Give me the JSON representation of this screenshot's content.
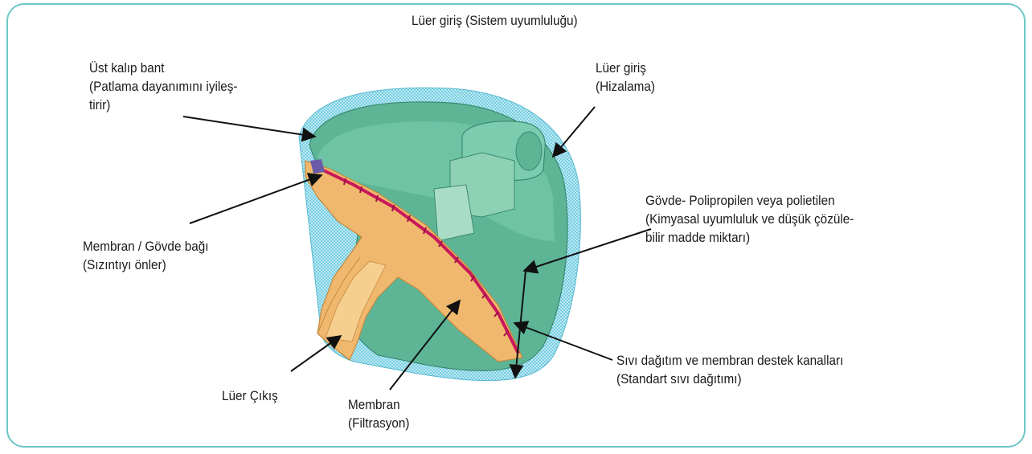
{
  "diagram": {
    "title": "Lüer giriş (Sistem uyumluluğu)",
    "labels": {
      "top_band": [
        "Üst kalıp bant",
        "(Patlama dayanımını iyileş-",
        "tirir)"
      ],
      "luer_inlet_align": [
        "Lüer giriş",
        "(Hizalama)"
      ],
      "housing": [
        "Gövde- Polipropilen veya polietilen",
        "(Kimyasal uyumluluk ve düşük çözüle-",
        "bilir madde miktarı)"
      ],
      "bond": [
        "Membran / Gövde bağı",
        "(Sızıntıyı önler)"
      ],
      "channels": [
        "Sıvı dağıtım ve membran destek kanalları",
        "(Standart sıvı dağıtımı)"
      ],
      "luer_outlet": [
        "Lüer Çıkış"
      ],
      "membrane": [
        "Membran",
        "(Filtrasyon)"
      ]
    },
    "colors": {
      "border": "#6cc7c4",
      "housing": "#5fb497",
      "housing_light": "#8fd1b4",
      "outlet": "#f0b86e",
      "membrane": "#c8185a",
      "mesh": "#7dd2e6",
      "arrow": "#111111"
    }
  }
}
